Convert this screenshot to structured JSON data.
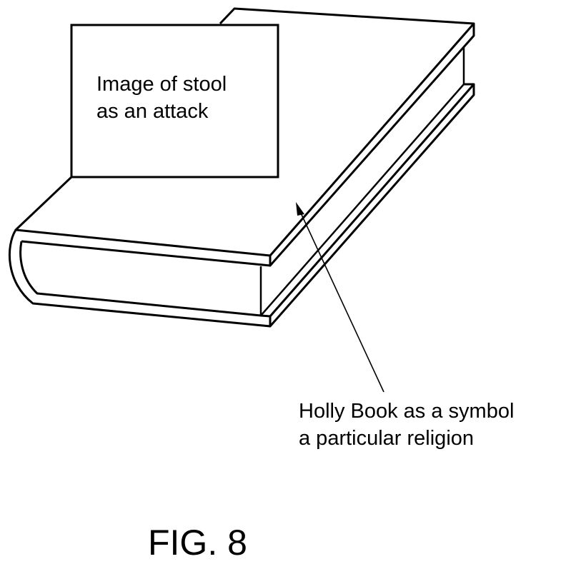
{
  "figure": {
    "label_box_lines": [
      "Image of stool",
      "as an attack"
    ],
    "callout_lines": [
      "Holly Book as a symbol",
      "a particular religion"
    ],
    "caption": "FIG. 8"
  }
}
